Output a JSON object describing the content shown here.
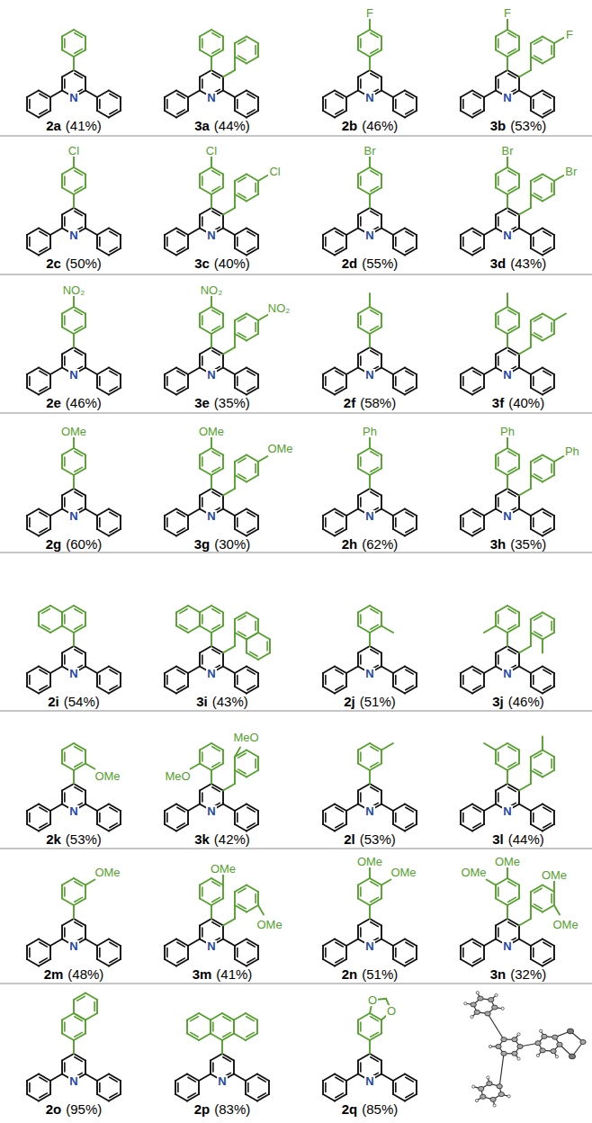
{
  "diagram": {
    "labels": [
      "2a",
      "(41%)",
      "N",
      "3a",
      "(44%)",
      "N",
      "2b",
      "(46%)",
      "N",
      "F",
      "3b",
      "(53%)",
      "N",
      "F",
      "F",
      "2c",
      "(50%)",
      "N",
      "Cl",
      "3c",
      "(40%)",
      "N",
      "Cl",
      "Cl",
      "2d",
      "(55%)",
      "N",
      "Br",
      "3d",
      "(43%)",
      "N",
      "Br",
      "Br",
      "2e",
      "(46%)",
      "N",
      "NO₂",
      "3e",
      "(35%)",
      "N",
      "NO₂",
      "NO₂",
      "2f",
      "(58%)",
      "N",
      "3f",
      "(40%)",
      "N",
      "2g",
      "(60%)",
      "N",
      "OMe",
      "3g",
      "(30%)",
      "N",
      "OMe",
      "OMe",
      "2h",
      "(62%)",
      "N",
      "Ph",
      "3h",
      "(35%)",
      "N",
      "Ph",
      "Ph",
      "2i",
      "(54%)",
      "N",
      "3i",
      "(43%)",
      "N",
      "2j",
      "(51%)",
      "N",
      "3j",
      "(46%)",
      "N",
      "2k",
      "(53%)",
      "N",
      "OMe",
      "3k",
      "(42%)",
      "N",
      "MeO",
      "MeO",
      "2l",
      "(53%)",
      "N",
      "3l",
      "(44%)",
      "N",
      "2m",
      "(48%)",
      "N",
      "OMe",
      "3m",
      "(41%)",
      "N",
      "OMe",
      "OMe",
      "2n",
      "(51%)",
      "N",
      "OMe",
      "OMe",
      "3n",
      "(32%)",
      "N",
      "OMe",
      "OMe",
      "OMe",
      "OMe",
      "2o",
      "(95%)",
      "N",
      "2p",
      "(83%)",
      "N",
      "2q",
      "(85%)",
      "N",
      "O",
      "O"
    ]
  }
}
